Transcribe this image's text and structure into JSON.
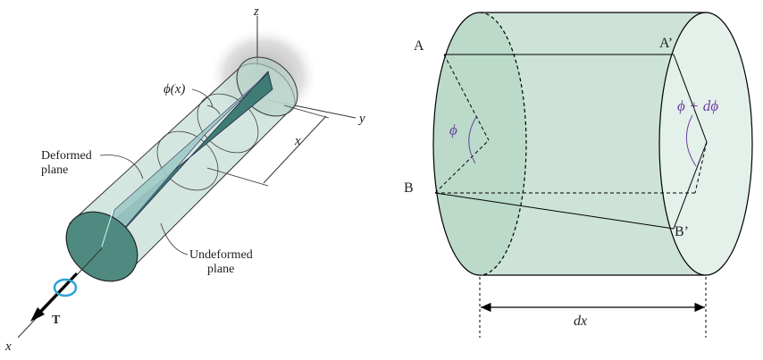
{
  "left_figure": {
    "axis_z": "z",
    "axis_y": "y",
    "axis_x": "x",
    "axis_x_dim": "x",
    "phi_label": "ϕ(x)",
    "deformed_plane": [
      "Deformed",
      "plane"
    ],
    "undeformed_plane": [
      "Undeformed",
      "plane"
    ],
    "torque_label": "T"
  },
  "right_figure": {
    "point_a": "A",
    "point_a_prime": "A’",
    "point_b": "B",
    "point_b_prime": "B’",
    "phi": "ϕ",
    "phi_plus_dphi": "ϕ + dϕ",
    "dx": "dx"
  },
  "colors": {
    "cylinder_fill": "#cde3d7",
    "cylinder_dark": "#4f8a80",
    "end_face": "#a9cbbd",
    "purple": "#6b3fa0",
    "torque_arrow": "#2aa3d6"
  }
}
